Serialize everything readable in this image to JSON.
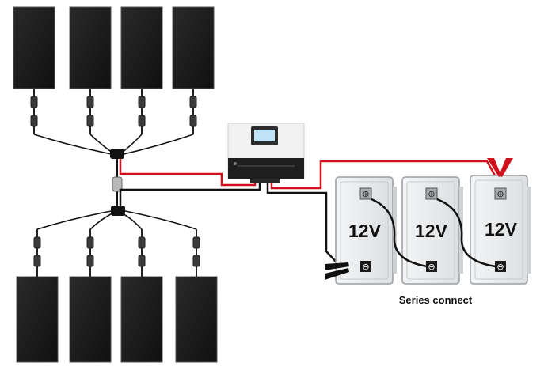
{
  "colors": {
    "positive_wire": "#d0111b",
    "negative_wire": "#111111",
    "panel": "#1b1b1b",
    "battery_body": "#eceeef",
    "controller_body": "#f2f2f2"
  },
  "panels": {
    "top_row": [
      "solar-panel",
      "solar-panel",
      "solar-panel",
      "solar-panel"
    ],
    "bottom_row": [
      "solar-panel",
      "solar-panel",
      "solar-panel",
      "solar-panel"
    ]
  },
  "controller": {
    "icon": "charge-controller-icon",
    "screen_icon": "lcd-display-icon"
  },
  "batteries": [
    {
      "label": "12V",
      "positive_symbol": "⊕",
      "negative_symbol": "⊖"
    },
    {
      "label": "12V",
      "positive_symbol": "⊕",
      "negative_symbol": "⊖"
    },
    {
      "label": "12V",
      "positive_symbol": "⊕",
      "negative_symbol": "⊖"
    }
  ],
  "caption": "Series connect"
}
